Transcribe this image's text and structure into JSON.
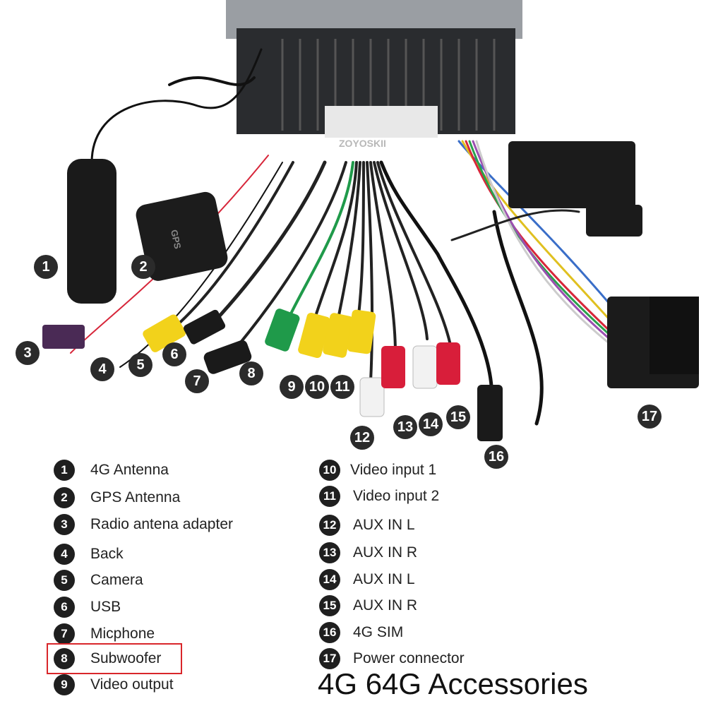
{
  "photo": {
    "watermark": "ZOYOSKII",
    "gps_label": "GPS",
    "callouts": [
      "1",
      "2",
      "3",
      "4",
      "5",
      "6",
      "7",
      "8",
      "9",
      "10",
      "11",
      "12",
      "13",
      "14",
      "15",
      "16",
      "17"
    ]
  },
  "legend": {
    "left": [
      {
        "num": "1",
        "label": "4G Antenna"
      },
      {
        "num": "2",
        "label": "GPS Antenna"
      },
      {
        "num": "3",
        "label": "Radio antena adapter"
      },
      {
        "num": "4",
        "label": "Back"
      },
      {
        "num": "5",
        "label": "Camera"
      },
      {
        "num": "6",
        "label": "USB"
      },
      {
        "num": "7",
        "label": "Micphone"
      },
      {
        "num": "8",
        "label": "Subwoofer"
      },
      {
        "num": "9",
        "label": "Video output"
      }
    ],
    "right": [
      {
        "num": "10",
        "label": "Video input 1"
      },
      {
        "num": "11",
        "label": "Video input 2"
      },
      {
        "num": "12",
        "label": "AUX IN L"
      },
      {
        "num": "13",
        "label": "AUX IN R"
      },
      {
        "num": "14",
        "label": "AUX IN L"
      },
      {
        "num": "15",
        "label": "AUX IN R"
      },
      {
        "num": "16",
        "label": "4G SIM"
      },
      {
        "num": "17",
        "label": "Power connector"
      }
    ]
  },
  "footer": {
    "title": "4G 64G Accessories"
  },
  "colors": {
    "highlight": "#d9262a",
    "rca_yellow": "#f2d21b",
    "rca_red": "#d81e3a",
    "rca_white": "#f2f2f2",
    "rca_green": "#1f9a4a"
  }
}
